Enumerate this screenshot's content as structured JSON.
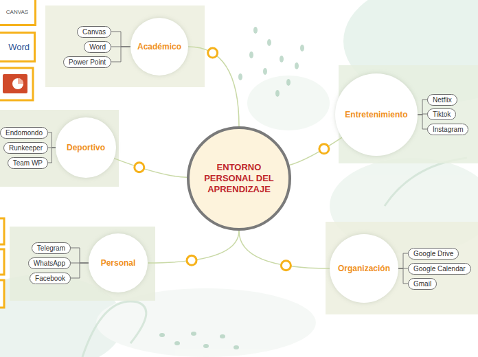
{
  "diagram": {
    "nodes": [
      {
        "text": [
          "ENTORNO PERSONAL DEL APRENDIZAJE"
        ]
      },
      {
        "text": [
          "Académico"
        ]
      },
      {
        "text": [
          "Canvas"
        ]
      },
      {
        "text": [
          "Word"
        ]
      },
      {
        "text": [
          "Power Point"
        ]
      },
      {
        "text": [
          "Entretenimiento"
        ]
      },
      {
        "text": [
          "Netflix"
        ]
      },
      {
        "text": [
          "Tiktok"
        ]
      },
      {
        "text": [
          "Instagram"
        ]
      },
      {
        "text": [
          "Deportivo"
        ]
      },
      {
        "text": [
          "Endomondo"
        ]
      },
      {
        "text": [
          "Runkeeper"
        ]
      },
      {
        "text": [
          "Team WP"
        ]
      },
      {
        "text": [
          "Personal"
        ]
      },
      {
        "text": [
          "Telegram"
        ]
      },
      {
        "text": [
          "WhatsApp"
        ]
      },
      {
        "text": [
          "Facebook"
        ]
      },
      {
        "text": [
          "Organización"
        ]
      },
      {
        "text": [
          "Google Drive"
        ]
      },
      {
        "text": [
          "Google Calendar"
        ]
      },
      {
        "text": [
          "Gmail"
        ]
      },
      {
        "text": [
          "CANVAS"
        ]
      },
      {
        "text": [
          "Word"
        ]
      }
    ],
    "edges": [
      {
        "from": 0,
        "to": 1,
        "arrow": "none"
      },
      {
        "from": 0,
        "to": 5,
        "arrow": "none"
      },
      {
        "from": 0,
        "to": 9,
        "arrow": "none"
      },
      {
        "from": 0,
        "to": 13,
        "arrow": "none"
      },
      {
        "from": 0,
        "to": 17,
        "arrow": "none"
      },
      {
        "from": 1,
        "to": 2,
        "arrow": "none"
      },
      {
        "from": 1,
        "to": 3,
        "arrow": "none"
      },
      {
        "from": 1,
        "to": 4,
        "arrow": "none"
      },
      {
        "from": 5,
        "to": 6,
        "arrow": "none"
      },
      {
        "from": 5,
        "to": 7,
        "arrow": "none"
      },
      {
        "from": 5,
        "to": 8,
        "arrow": "none"
      },
      {
        "from": 9,
        "to": 10,
        "arrow": "none"
      },
      {
        "from": 9,
        "to": 11,
        "arrow": "none"
      },
      {
        "from": 9,
        "to": 12,
        "arrow": "none"
      },
      {
        "from": 13,
        "to": 14,
        "arrow": "none"
      },
      {
        "from": 13,
        "to": 15,
        "arrow": "none"
      },
      {
        "from": 13,
        "to": 16,
        "arrow": "none"
      },
      {
        "from": 17,
        "to": 18,
        "arrow": "none"
      },
      {
        "from": 17,
        "to": 19,
        "arrow": "none"
      },
      {
        "from": 17,
        "to": 20,
        "arrow": "none"
      }
    ]
  }
}
